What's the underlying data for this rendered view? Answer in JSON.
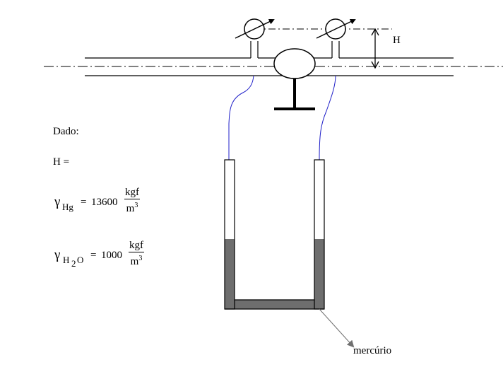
{
  "diagram": {
    "height_label": "H",
    "given_label": "Dado:",
    "h_equation": "H =",
    "mercury_label": "mercúrio",
    "gamma_hg": {
      "symbol": "γ",
      "subscript": "Hg",
      "equals": "=",
      "value": "13600",
      "unit_numerator": "kgf",
      "unit_denominator": "m",
      "unit_power": "3"
    },
    "gamma_h2o": {
      "symbol": "γ",
      "subscript_a": "H",
      "subscript_num": "2",
      "subscript_b": "O",
      "equals": "=",
      "value": "1000",
      "unit_numerator": "kgf",
      "unit_denominator": "m",
      "unit_power": "3"
    },
    "colors": {
      "line": "#000000",
      "tubing": "#1f1fc8",
      "mercury": "#6e6e6e",
      "leader": "#707070"
    }
  }
}
